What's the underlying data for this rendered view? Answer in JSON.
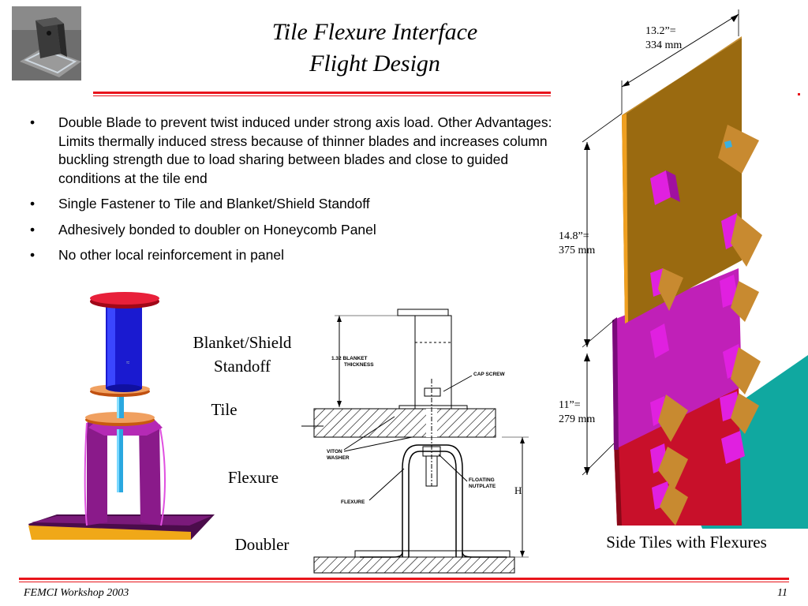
{
  "slide": {
    "title_line1": "Tile Flexure Interface",
    "title_line2": "Flight Design",
    "bullets": [
      "Double Blade to prevent twist induced under strong axis load.  Other Advantages: Limits thermally induced stress because of thinner blades and increases column buckling strength due to load sharing between blades and close to guided conditions at the tile end",
      "Single Fastener to Tile and Blanket/Shield Standoff",
      "Adhesively bonded to doubler on Honeycomb Panel",
      "No other local reinforcement in panel"
    ],
    "bullet_char": "•"
  },
  "labels": {
    "standoff_line1": "Blanket/Shield",
    "standoff_line2": "Standoff",
    "tile": "Tile",
    "flexure": "Flexure",
    "doubler": "Doubler",
    "side_tiles": "Side Tiles with Flexures"
  },
  "dimensions": {
    "width_line1": "13.2”=",
    "width_line2": "334 mm",
    "height_line1": "14.8”=",
    "height_line2": "375 mm",
    "lower_line1": "11”=",
    "lower_line2": "279 mm"
  },
  "drawing": {
    "blanket_thickness_line1": "1.32 BLANKET",
    "blanket_thickness_line2": "THICKNESS",
    "cap_screw": "CAP SCREW",
    "viton_line1": "VITON",
    "viton_line2": "WASHER",
    "floating_line1": "FLOATING",
    "floating_line2": "NUTPLATE",
    "flexure": "FLEXURE",
    "h": "H"
  },
  "footer": {
    "left": "FEMCI Workshop 2003",
    "page": "11"
  },
  "colors": {
    "accent_red": "#e8141b",
    "tile_orange": "#9a6a10",
    "panel_magenta": "#c020b8",
    "panel_red": "#c8102a",
    "panel_teal": "#10a8a0"
  }
}
